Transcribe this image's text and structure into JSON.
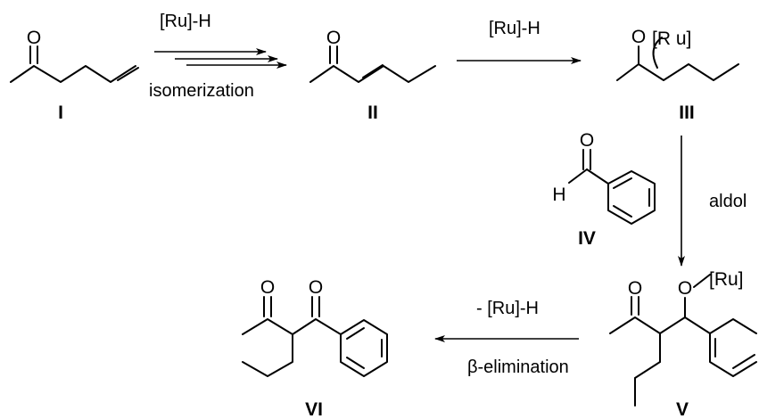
{
  "atoms": {
    "oxygen": "O",
    "hydrogen": "H",
    "ru": "[Ru]",
    "ru_spaced": "[R u]"
  },
  "compounds": {
    "c1": "I",
    "c2": "II",
    "c3": "III",
    "c4": "IV",
    "c5": "V",
    "c6": "VI"
  },
  "steps": {
    "step1_reagent": "[Ru]-H",
    "step1_label": "isomerization",
    "step2_reagent": "[Ru]-H",
    "step3_label": "aldol",
    "step4_reagent": "- [Ru]-H",
    "step4_label": "β-elimination"
  }
}
